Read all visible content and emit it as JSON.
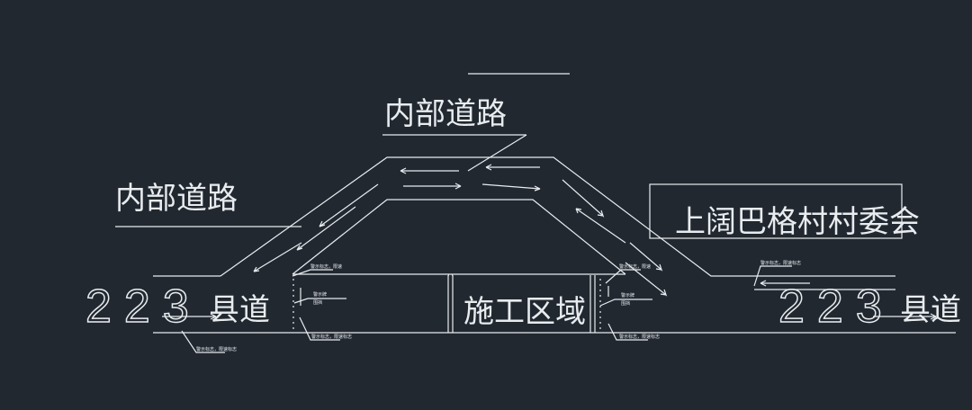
{
  "labels": {
    "internal_road_top": "内部道路",
    "internal_road_left": "内部道路",
    "village_committee": "上阔巴格村村委会",
    "work_zone": "施工区域",
    "county_road_left_number": "223",
    "county_road_left_suffix": "县道",
    "county_road_right_number": "223",
    "county_road_right_suffix": "县道"
  },
  "annotations": {
    "left_top": "警示标志，限速",
    "left_mid_1": "警示牌",
    "left_mid_2": "围挡",
    "left_bottom": "警示标志，限速标志",
    "right_top": "警示标志，限速",
    "right_mid_1": "警示牌",
    "right_mid_2": "围挡",
    "right_bottom": "警示标志，限速标志",
    "far_left_bottom": "警示标志，限速标志",
    "far_right_top": "警示标志，限速标志"
  },
  "colors": {
    "background": "#212830",
    "lines": "#e8ecef"
  }
}
